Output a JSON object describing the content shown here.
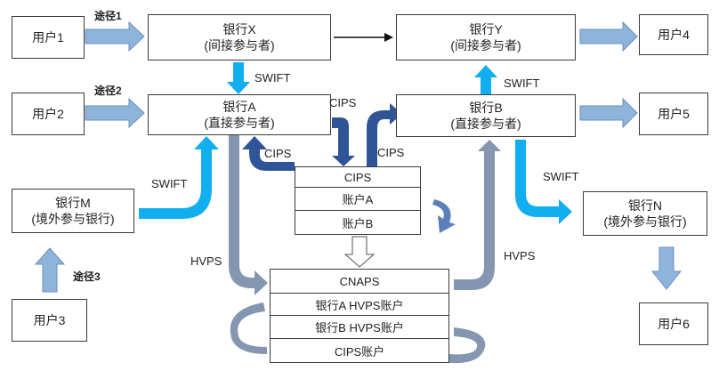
{
  "users": {
    "u1": "用户1",
    "u2": "用户2",
    "u3": "用户3",
    "u4": "用户4",
    "u5": "用户5",
    "u6": "用户6"
  },
  "banks": {
    "x": {
      "name": "银行X",
      "role": "(间接参与者)"
    },
    "y": {
      "name": "银行Y",
      "role": "(间接参与者)"
    },
    "a": {
      "name": "银行A",
      "role": "(直接参与者)"
    },
    "b": {
      "name": "银行B",
      "role": "(直接参与者)"
    },
    "m": {
      "name": "银行M",
      "role": "(境外参与银行)"
    },
    "n": {
      "name": "银行N",
      "role": "(境外参与银行)"
    }
  },
  "cips_system": {
    "title": "CIPS",
    "rows": [
      "账户A",
      "账户B"
    ]
  },
  "cnaps_system": {
    "title": "CNAPS",
    "rows": [
      "银行A HVPS账户",
      "银行B HVPS账户",
      "CIPS账户"
    ]
  },
  "routes": {
    "r1": "途径1",
    "r2": "途径2",
    "r3": "途径3"
  },
  "channels": {
    "swift_xa": "SWIFT",
    "swift_by": "SWIFT",
    "swift_ma": "SWIFT",
    "swift_bn": "SWIFT",
    "cips_to_sys": "CIPS",
    "cips_to_a": "CIPS",
    "cips_to_b": "CIPS",
    "hvps_a": "HVPS",
    "hvps_b": "HVPS"
  },
  "colors": {
    "light_blue_arrow": "#8fb4dc",
    "cyan_arrow": "#11aef0",
    "dark_blue_arrow": "#2f5597",
    "gray_blue_arrow": "#8496b0"
  }
}
